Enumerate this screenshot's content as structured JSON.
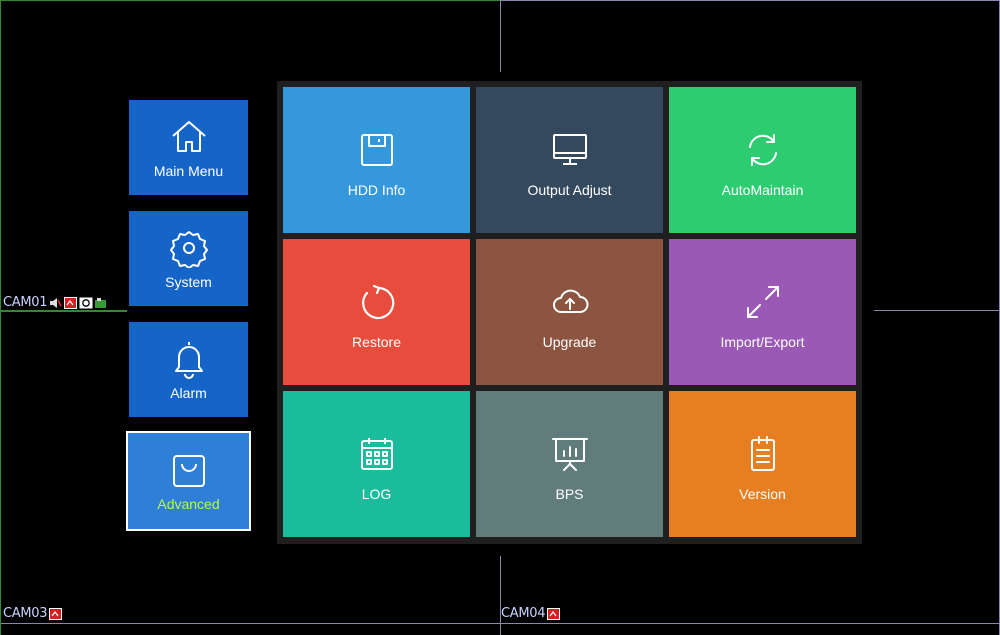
{
  "cameras": {
    "cam01": {
      "label": "CAM01"
    },
    "cam03": {
      "label": "CAM03"
    },
    "cam04": {
      "label": "CAM04"
    }
  },
  "sidebar": {
    "items": [
      {
        "label": "Main Menu",
        "icon": "home-icon"
      },
      {
        "label": "System",
        "icon": "gear-icon"
      },
      {
        "label": "Alarm",
        "icon": "bell-icon"
      },
      {
        "label": "Advanced",
        "icon": "bag-icon",
        "active": true
      }
    ]
  },
  "grid": {
    "tiles": [
      {
        "label": "HDD Info",
        "icon": "floppy-icon",
        "color": "#3498db"
      },
      {
        "label": "Output Adjust",
        "icon": "monitor-icon",
        "color": "#34495e"
      },
      {
        "label": "AutoMaintain",
        "icon": "refresh-icon",
        "color": "#2ecc71"
      },
      {
        "label": "Restore",
        "icon": "restore-icon",
        "color": "#e74c3c"
      },
      {
        "label": "Upgrade",
        "icon": "cloud-upload-icon",
        "color": "#8b5541"
      },
      {
        "label": "Import/Export",
        "icon": "expand-arrows-icon",
        "color": "#9b59b6"
      },
      {
        "label": "LOG",
        "icon": "calendar-icon",
        "color": "#1abc9c"
      },
      {
        "label": "BPS",
        "icon": "presentation-chart-icon",
        "color": "#607d7b"
      },
      {
        "label": "Version",
        "icon": "document-icon",
        "color": "#e67e22"
      }
    ]
  },
  "colors": {
    "background": "#000000",
    "sidebar_button": "#1565c8",
    "sidebar_active": "#2f7fd6",
    "active_label": "#b6ff3b",
    "cam_label": "#c8d4ff"
  }
}
